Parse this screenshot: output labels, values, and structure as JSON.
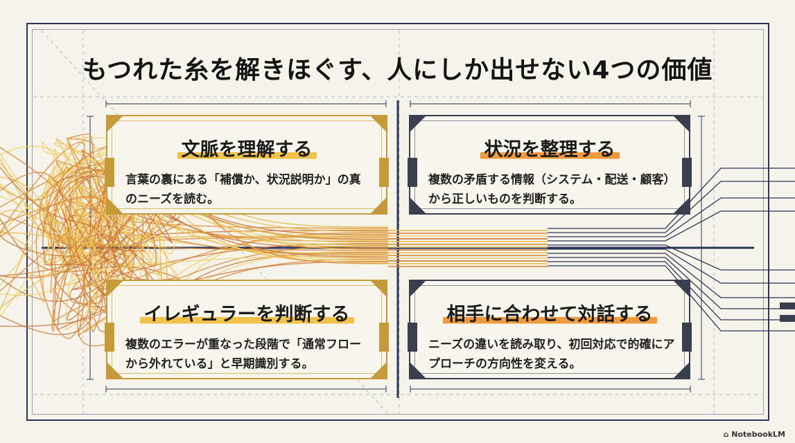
{
  "title": "もつれた糸を解きほぐす、人にしか出せない4つの価値",
  "colors": {
    "navy": "#2b3557",
    "gold": "#c49a3a",
    "gold_highlight": "#f1c24a",
    "orange_highlight": "#ef9a3e",
    "thread_colors": [
      "#e8b94a",
      "#d88a3a",
      "#f0cf6e",
      "#c9743a"
    ]
  },
  "cards": [
    {
      "heading": "文脈を理解する",
      "body": "言葉の裏にある「補償か、状況説明か」の真のニーズを読む。"
    },
    {
      "heading": "状況を整理する",
      "body": "複数の矛盾する情報（システム・配送・顧客）から正しいものを判断する。"
    },
    {
      "heading": "イレギュラーを判断する",
      "body": "複数のエラーが重なった段階で「通常フローから外れている」と早期識別する。"
    },
    {
      "heading": "相手に合わせて対話する",
      "body": "ニーズの違いを読み取り、初回対応で的確にアプローチの方向性を変える。"
    }
  ],
  "watermark": "NotebookLM"
}
